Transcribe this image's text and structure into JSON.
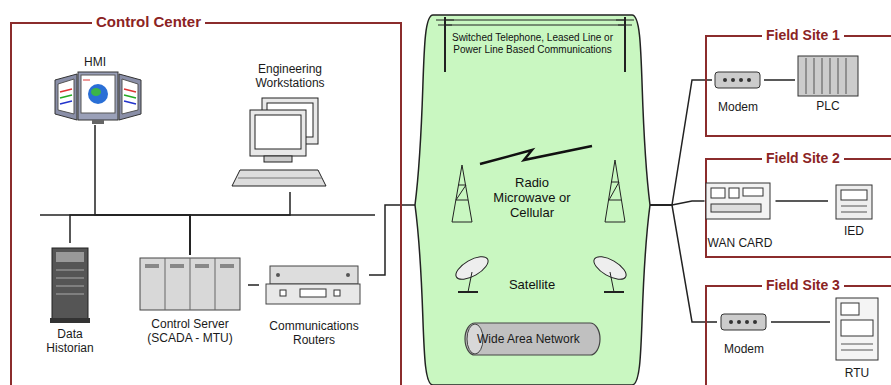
{
  "diagram": {
    "nodes": [
      {
        "text": [
          "Control Center"
        ]
      },
      {
        "text": [
          "HMI"
        ],
        "in": 0
      },
      {
        "text": [
          "Engineering Workstations"
        ],
        "in": 0
      },
      {
        "text": [
          "Data Historian"
        ],
        "in": 0
      },
      {
        "text": [
          "Control Server (SCADA - MTU)"
        ],
        "in": 0
      },
      {
        "text": [
          "Communications Routers"
        ],
        "in": 0
      },
      {
        "text": [
          "Switched Telephone, Leased Line or Power Line Based Communications",
          "Radio Microwave or Cellular",
          "Satellite"
        ]
      },
      {
        "text": [
          "Wide Area Network"
        ],
        "in": 6
      },
      {
        "text": [
          "Field Site 1"
        ]
      },
      {
        "text": [
          "Modem"
        ],
        "in": 8
      },
      {
        "text": [
          "PLC"
        ],
        "in": 8
      },
      {
        "text": [
          "Field Site 2"
        ]
      },
      {
        "text": [
          "WAN CARD"
        ],
        "in": 11
      },
      {
        "text": [
          "IED"
        ],
        "in": 11
      },
      {
        "text": [
          "Field Site 3"
        ]
      },
      {
        "text": [
          "Modem"
        ],
        "in": 14
      },
      {
        "text": [
          "RTU"
        ],
        "in": 14
      }
    ],
    "edges": [
      {
        "from": 1,
        "to": 4,
        "arrow": "none"
      },
      {
        "from": 2,
        "to": 4,
        "arrow": "none"
      },
      {
        "from": 3,
        "to": 4,
        "arrow": "none"
      },
      {
        "from": 4,
        "to": 5,
        "arrow": "none"
      },
      {
        "from": 5,
        "to": 6,
        "arrow": "none"
      },
      {
        "from": 6,
        "to": 9,
        "arrow": "none"
      },
      {
        "from": 6,
        "to": 12,
        "arrow": "none"
      },
      {
        "from": 6,
        "to": 15,
        "arrow": "none"
      },
      {
        "from": 9,
        "to": 10,
        "arrow": "none"
      },
      {
        "from": 12,
        "to": 13,
        "arrow": "none"
      },
      {
        "from": 15,
        "to": 16,
        "arrow": "none"
      }
    ]
  }
}
